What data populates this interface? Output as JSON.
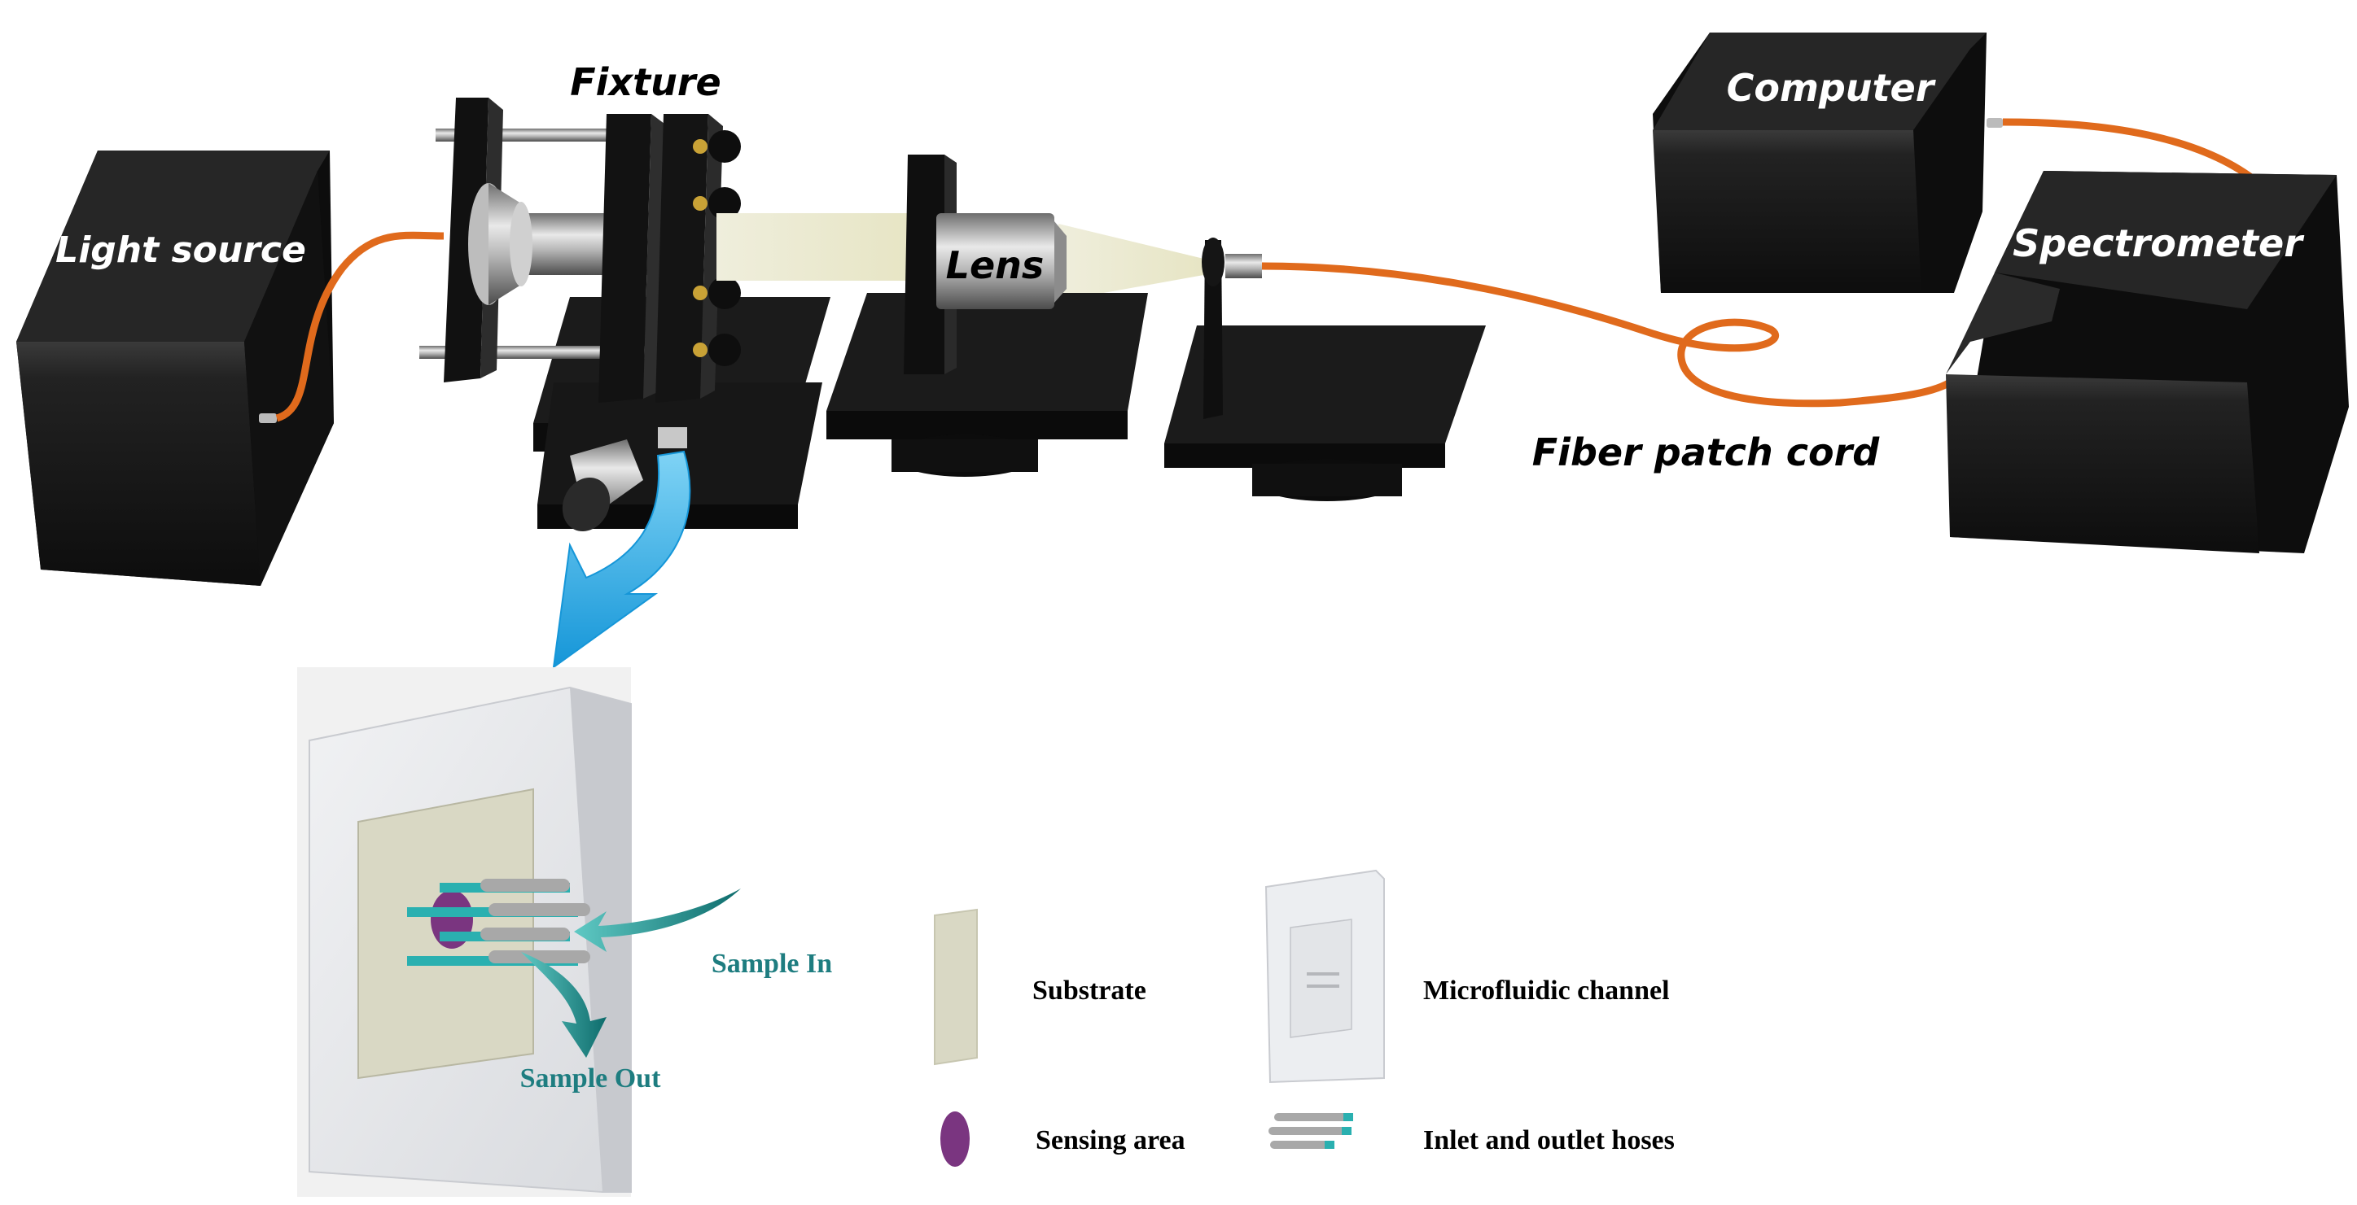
{
  "labels": {
    "light_source": "Light source",
    "fixture": "Fixture",
    "lens": "Lens",
    "computer": "Computer",
    "spectrometer": "Spectrometer",
    "fiber_patch_cord": "Fiber patch cord",
    "sample_in": "Sample In",
    "sample_out": "Sample Out"
  },
  "legend": {
    "substrate": "Substrate",
    "microfluidic_channel": "Microfluidic channel",
    "sensing_area": "Sensing area",
    "inlet_outlet_hoses": "Inlet and outlet hoses"
  },
  "colors": {
    "device_body": "#1a1a1a",
    "fiber": "#e06a1c",
    "beam": "#ecebd3",
    "arrow_blue": "#3bb3e8",
    "arrow_teal": "#1e8a8a",
    "chip_frame": "#e6e8ec",
    "substrate": "#d9d8c4",
    "sensing_area": "#7a3580",
    "hose": "#9a9a9a",
    "label_teal": "#1e7d80"
  }
}
